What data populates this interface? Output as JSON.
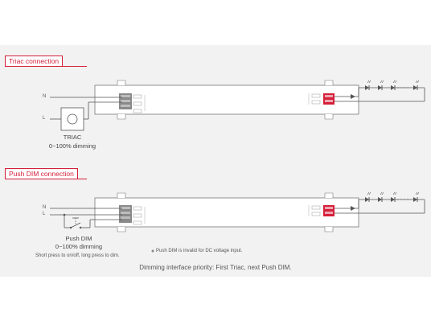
{
  "sections": {
    "triac": {
      "title": "Triac connection",
      "wire_n": "N",
      "wire_l": "L",
      "device_caption_1": "TRIAC",
      "device_caption_2": "0~100% dimming"
    },
    "pushdim": {
      "title": "Push DIM connection",
      "wire_n": "N",
      "wire_l": "L",
      "device_caption_1": "Push DIM",
      "device_caption_2": "0~100% dimming",
      "usage_note": "Short press to on/off, long press to dim.",
      "dc_note": "Push DIM is invalid for DC voltage input."
    }
  },
  "footer": "Dimming interface priority: First Triac, next Push DIM.",
  "colors": {
    "accent": "#d4203a",
    "panel_bg": "#f2f2f2",
    "line": "#555555"
  }
}
